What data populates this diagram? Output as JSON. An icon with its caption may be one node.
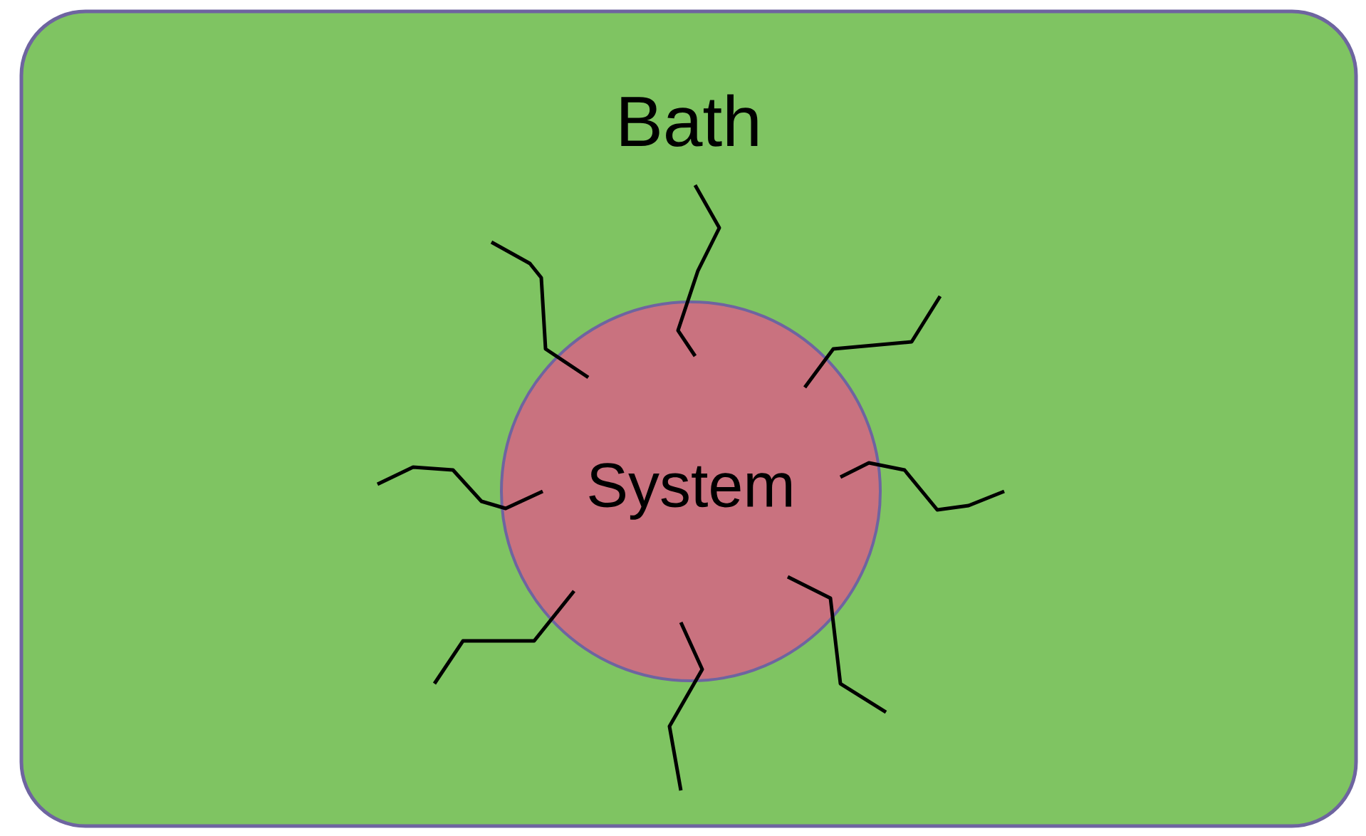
{
  "diagram": {
    "nodes": [
      {
        "text": [
          "Bath"
        ]
      },
      {
        "text": [
          "System"
        ],
        "in": 0
      }
    ]
  }
}
